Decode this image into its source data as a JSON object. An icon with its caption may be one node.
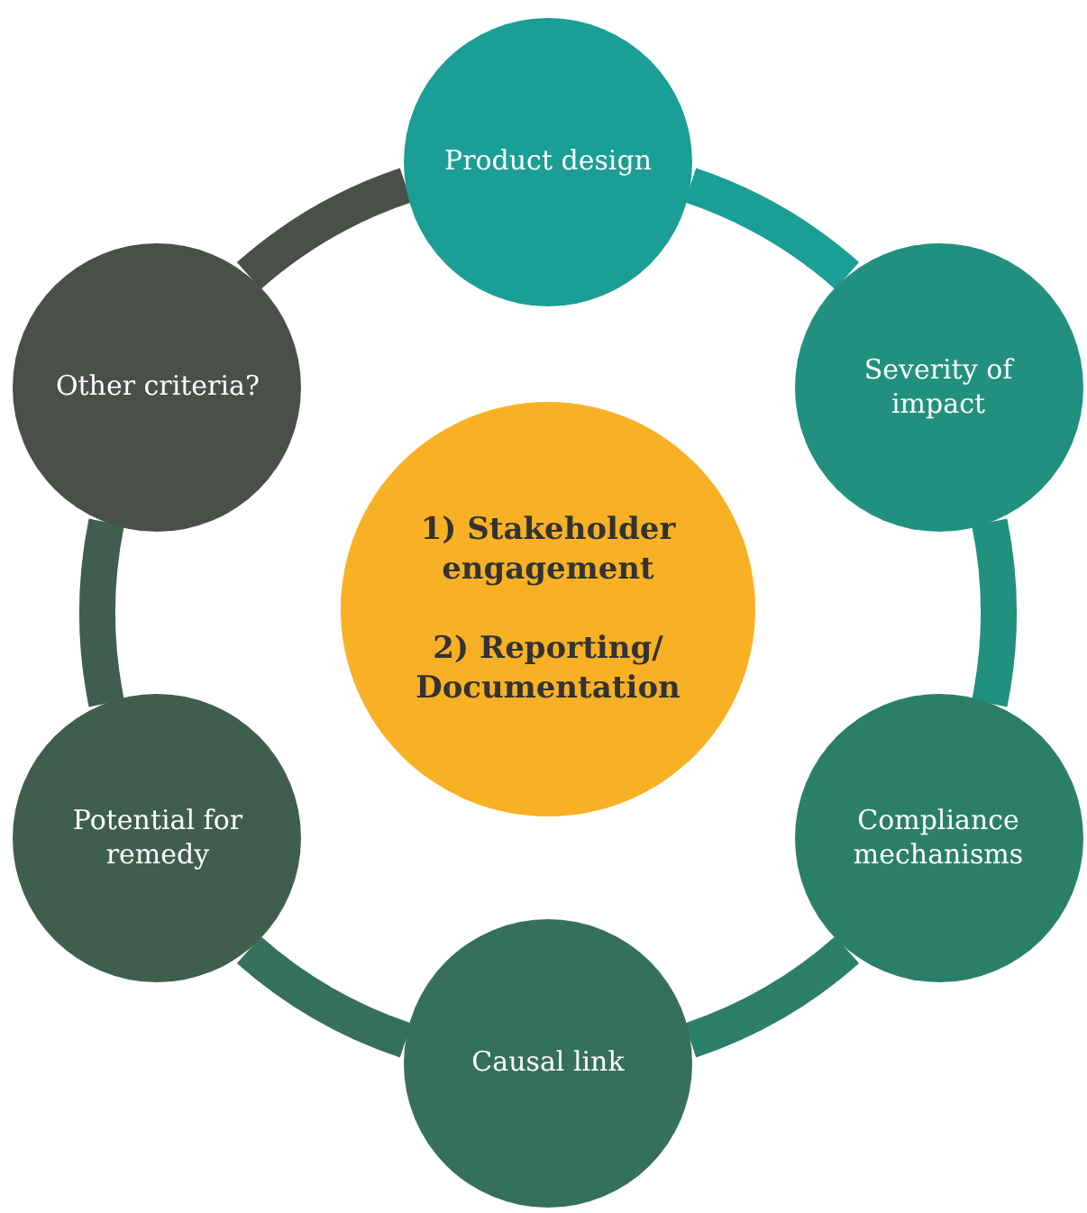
{
  "diagram": {
    "nodes": [
      {
        "text": [
          "Product design"
        ]
      },
      {
        "text": [
          "Severity of impact"
        ]
      },
      {
        "text": [
          "Compliance mechanisms"
        ]
      },
      {
        "text": [
          "Causal link"
        ]
      },
      {
        "text": [
          "Potential for remedy"
        ]
      },
      {
        "text": [
          "Other criteria?"
        ]
      },
      {
        "text": [
          "1) Stakeholder engagement",
          "2) Reporting/ Documentation"
        ]
      }
    ],
    "edges": [
      {
        "from": 0,
        "to": 1,
        "arrow": "none",
        "color": "#1a9e96"
      },
      {
        "from": 1,
        "to": 2,
        "arrow": "none",
        "color": "#22907f"
      },
      {
        "from": 2,
        "to": 3,
        "arrow": "none",
        "color": "#2b7f68"
      },
      {
        "from": 3,
        "to": 4,
        "arrow": "none",
        "color": "#35705a"
      },
      {
        "from": 4,
        "to": 5,
        "arrow": "none",
        "color": "#3f5e4f"
      },
      {
        "from": 5,
        "to": 0,
        "arrow": "none",
        "color": "#4a4f4a"
      }
    ]
  }
}
